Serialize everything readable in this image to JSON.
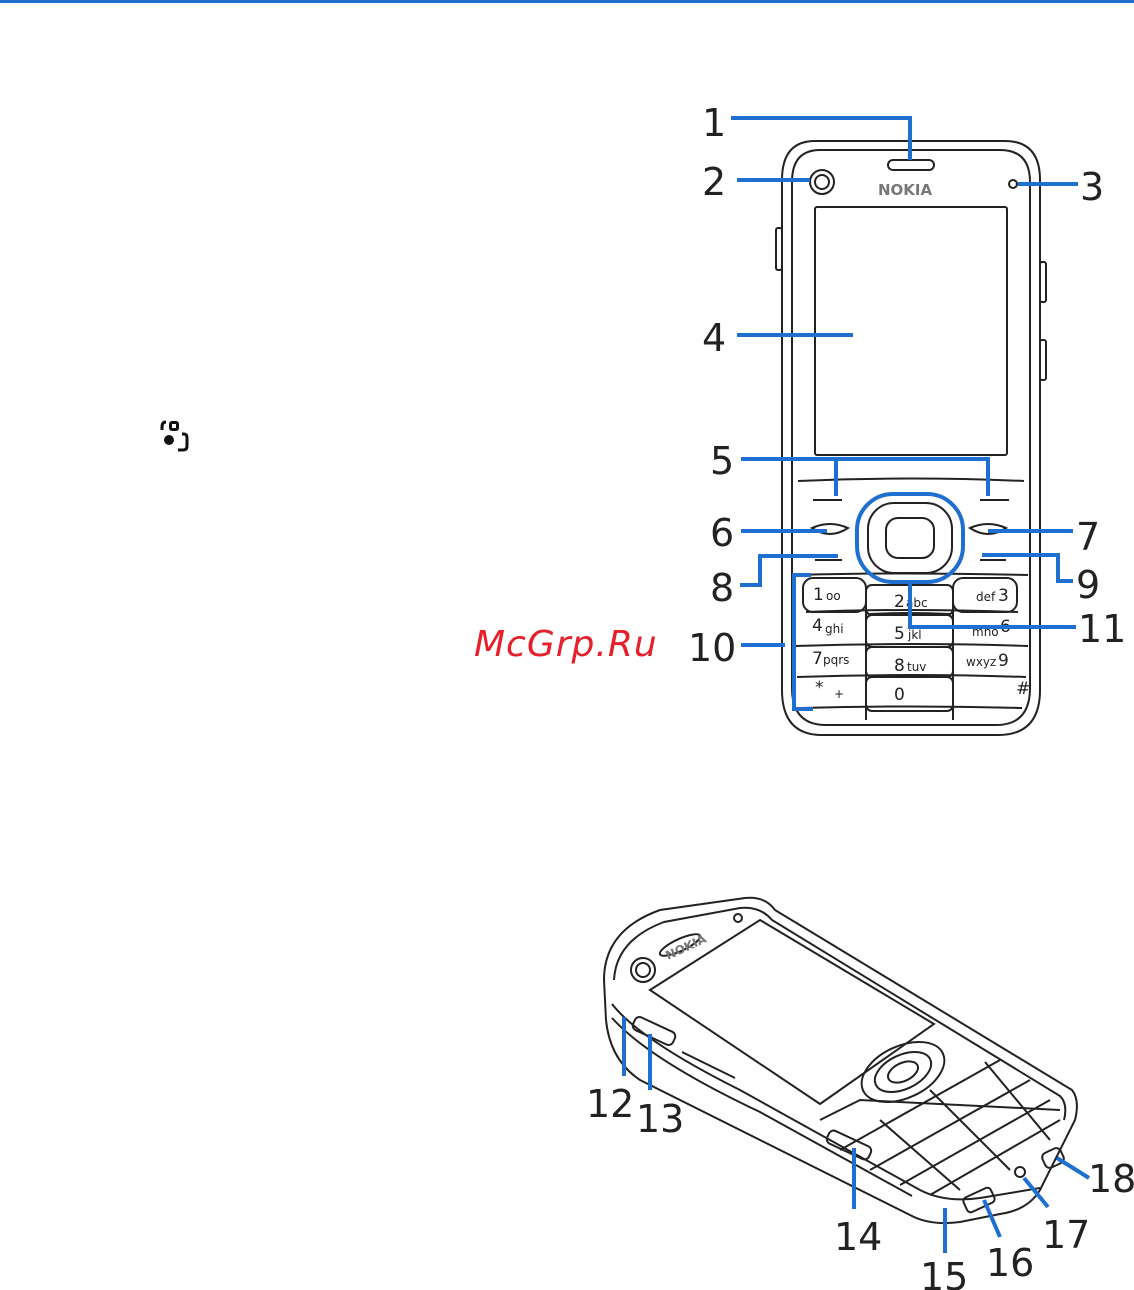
{
  "watermark": "McGrp.Ru",
  "callouts": [
    "1",
    "2",
    "3",
    "4",
    "5",
    "6",
    "7",
    "8",
    "9",
    "10",
    "11",
    "12",
    "13",
    "14",
    "15",
    "16",
    "17",
    "18"
  ],
  "brand": "NOKIA",
  "keypad": [
    {
      "digit": "1",
      "letters": "oo"
    },
    {
      "digit": "2",
      "letters": "abc"
    },
    {
      "digit": "3",
      "letters": "def"
    },
    {
      "digit": "4",
      "letters": "ghi"
    },
    {
      "digit": "5",
      "letters": "jkl"
    },
    {
      "digit": "6",
      "letters": "mno"
    },
    {
      "digit": "7",
      "letters": "pqrs"
    },
    {
      "digit": "8",
      "letters": "tuv"
    },
    {
      "digit": "9",
      "letters": "wxyz"
    },
    {
      "digit": "*",
      "letters": "+"
    },
    {
      "digit": "0",
      "letters": ""
    },
    {
      "digit": "#",
      "letters": ""
    }
  ],
  "colors": {
    "callout_line": "#1f6fd1",
    "outline": "#222222",
    "watermark": "#e5202a"
  }
}
